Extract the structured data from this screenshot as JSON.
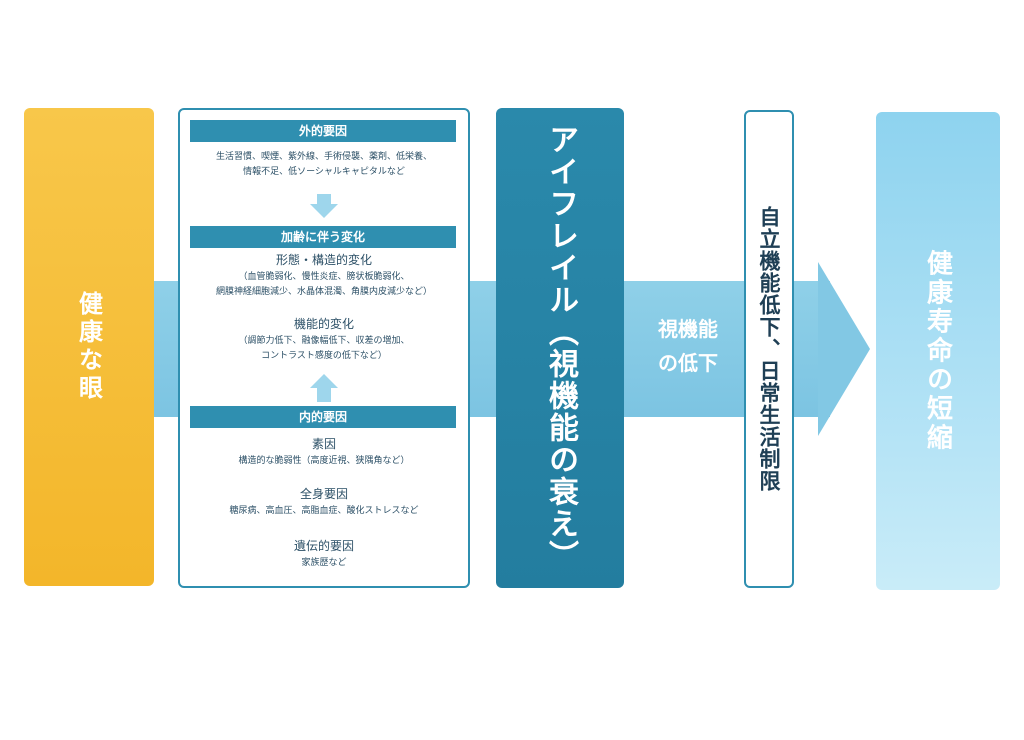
{
  "healthy_eye": {
    "label": "健康な眼"
  },
  "factors": {
    "external": {
      "header": "外的要因",
      "lines": [
        "生活習慣、喫煙、紫外線、手術侵襲、薬剤、低栄養、",
        "情報不足、低ソーシャルキャピタルなど"
      ]
    },
    "aging": {
      "header": "加齢に伴う変化",
      "morphology": {
        "title": "形態・構造的変化",
        "lines": [
          "（血管脆弱化、慢性炎症、膀状板脆弱化、",
          "網膜神経細胞減少、水晶体混濁、角膜内皮減少など）"
        ]
      },
      "function": {
        "title": "機能的変化",
        "lines": [
          "（調節力低下、融像幅低下、収差の増加、",
          "コントラスト感度の低下など）"
        ]
      }
    },
    "internal": {
      "header": "内的要因",
      "predisposition": {
        "title": "素因",
        "line": "構造的な脆弱性（高度近視、狭隅角など）"
      },
      "systemic": {
        "title": "全身要因",
        "line": "糖尿病、高血圧、高脂血症、酸化ストレスなど"
      },
      "genetic": {
        "title": "遺伝的要因",
        "line": "家族歴など"
      }
    }
  },
  "eye_frailty": {
    "label": "アイフレイル（視機能の衰え）"
  },
  "visual_decline": {
    "line1": "視機能",
    "line2": "の低下"
  },
  "adl": {
    "label": "自立機能低下、日常生活制限"
  },
  "shortening": {
    "label": "健康寿命の短縮"
  },
  "colors": {
    "yellow": "#f3b62a",
    "teal_dark": "#237d9f",
    "teal": "#2f8fb0",
    "light_blue": "#82c8e4"
  }
}
